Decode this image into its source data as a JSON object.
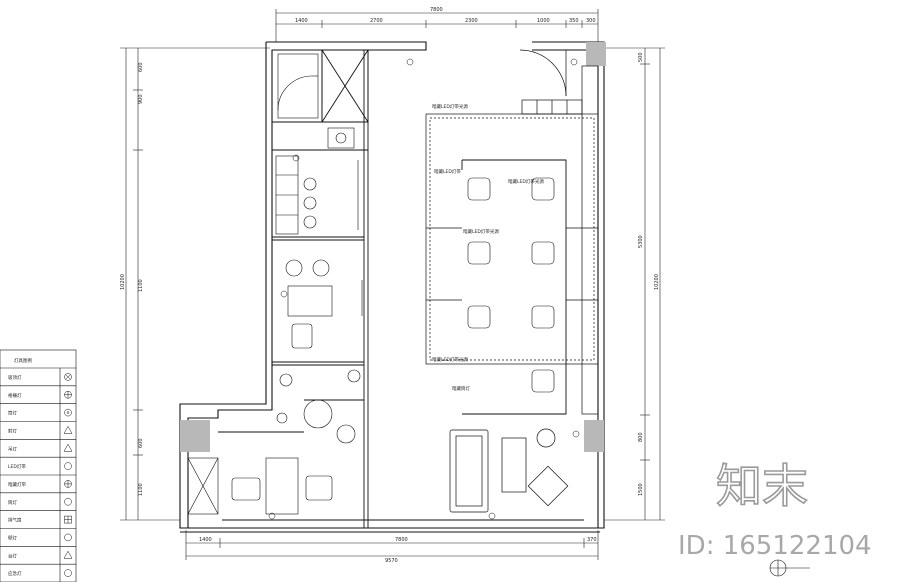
{
  "dimensions": {
    "top_total": "7800",
    "top_segments": [
      "1400",
      "2700",
      "2300",
      "1000",
      "350",
      "300"
    ],
    "bottom_segments": [
      "1400",
      "7800",
      "370"
    ],
    "bottom_total": "9570",
    "left_segments": [
      "600",
      "900",
      "1100"
    ],
    "left_total": "10200",
    "left_lower": [
      "600",
      "1100"
    ],
    "right_segments": [
      "500",
      "5300"
    ],
    "right_total": "10200",
    "right_lower": [
      "800",
      "1500"
    ]
  },
  "annotations": {
    "strip_light_top": "暗藏LED灯带光源",
    "desk_light": "暗藏LED灯带",
    "cabinet_light": "暗藏LED灯带光源",
    "strip_light_left": "暗藏LED灯带光源",
    "strip_light_bottom": "暗藏LED灯带光源",
    "spot_light": "暗藏筒灯"
  },
  "legend": {
    "title": "灯具图例",
    "rows": [
      {
        "label": "吸顶灯",
        "symbol": "circle-x"
      },
      {
        "label": "格栅灯",
        "symbol": "circle-cross"
      },
      {
        "label": "筒灯",
        "symbol": "circle-dot"
      },
      {
        "label": "射灯",
        "symbol": "triangle"
      },
      {
        "label": "吊灯",
        "symbol": "triangle-half"
      },
      {
        "label": "LED灯带",
        "symbol": "lamp"
      },
      {
        "label": "暗藏灯带",
        "symbol": "circle-plus"
      },
      {
        "label": "筒灯",
        "symbol": "circle-ring"
      },
      {
        "label": "排气扇",
        "symbol": "square-grid"
      },
      {
        "label": "壁灯",
        "symbol": "pendant"
      },
      {
        "label": "台灯",
        "symbol": "triangle-sm"
      },
      {
        "label": "应急灯",
        "symbol": "circle-sm"
      }
    ]
  },
  "watermark": {
    "logo": "知末",
    "id": "ID: 165122104"
  }
}
